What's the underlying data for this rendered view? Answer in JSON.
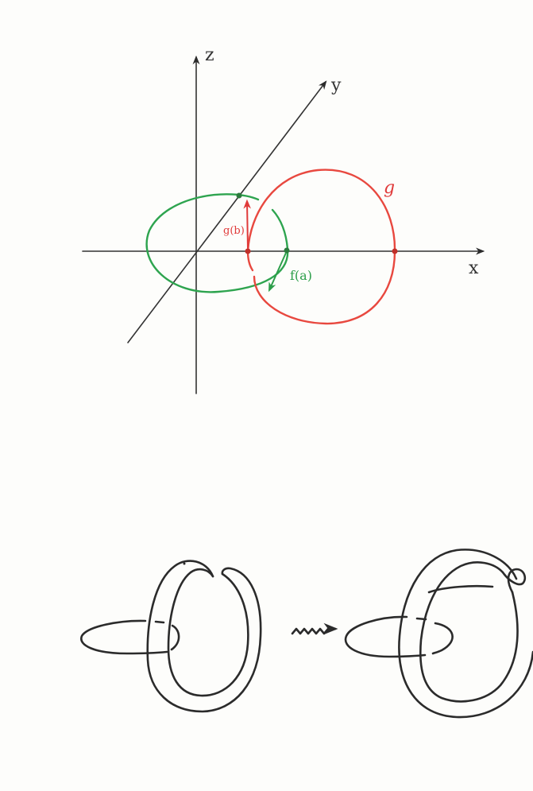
{
  "axes": {
    "x_label": "x",
    "y_label": "y",
    "z_label": "z"
  },
  "curves": {
    "g_label": "g",
    "g_color": "#e8483f",
    "f_color": "#2ea44f"
  },
  "vectors": {
    "g_b_label": "g(b)",
    "f_a_label": "f(a)"
  },
  "transition_icon": "squiggly-arrow-icon"
}
